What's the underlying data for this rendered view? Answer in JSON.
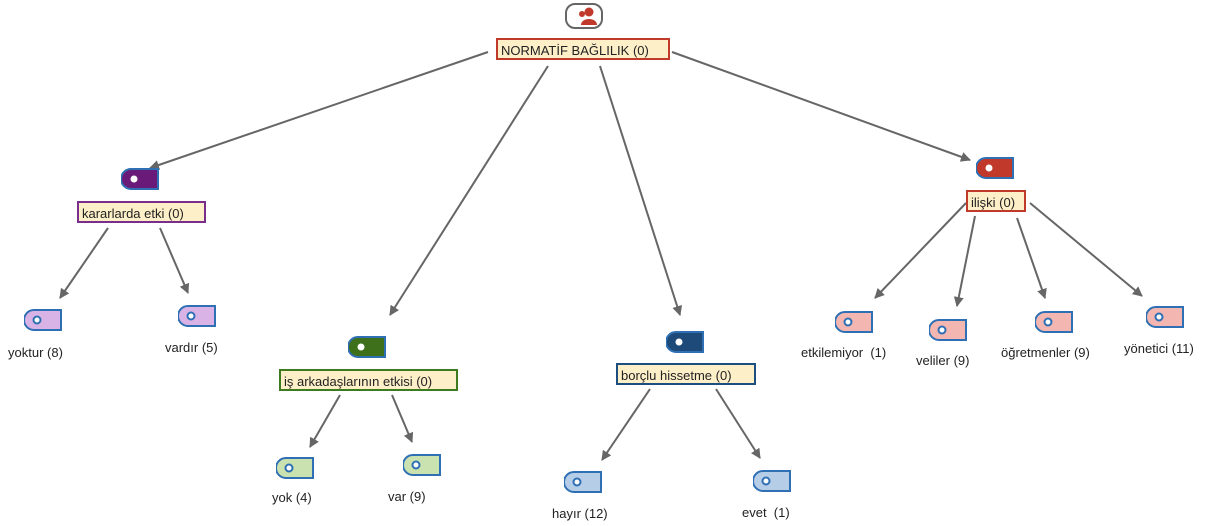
{
  "root": {
    "label": "NORMATİF BAĞLILIK (0)",
    "icon": "case-classification-icon",
    "border_color": "#c0392b",
    "fill_color": "#fdefc8"
  },
  "categories": [
    {
      "key": "karar",
      "label": "kararlarda etki (0)",
      "border_color": "#7b2d8b",
      "fill_color": "#fdefc8",
      "tag_color": "#6a1b7a",
      "leaf_color": "#dab3e6",
      "children": [
        "yoktur (8)",
        "vardır (5)"
      ]
    },
    {
      "key": "is",
      "label": "iş arkadaşlarının etkisi (0)",
      "border_color": "#3e7a1e",
      "fill_color": "#fdefc8",
      "tag_color": "#3e6f1b",
      "leaf_color": "#c9e2b0",
      "children": [
        "yok (4)",
        "var (9)"
      ]
    },
    {
      "key": "borc",
      "label": "borçlu hissetme (0)",
      "border_color": "#1d4e80",
      "fill_color": "#fdefc8",
      "tag_color": "#1d4a78",
      "leaf_color": "#b6cde8",
      "children": [
        "hayır (12)",
        "evet  (1)"
      ]
    },
    {
      "key": "iliski",
      "label": "ilişki (0)",
      "border_color": "#c0392b",
      "fill_color": "#fdefc8",
      "tag_color": "#c0392b",
      "leaf_color": "#f3b6b0",
      "children": [
        "etkilemiyor  (1)",
        "veliler (9)",
        "öğretmenler (9)",
        "yönetici (11)"
      ]
    }
  ],
  "colors": {
    "edge": "#666666",
    "tag_outline": "#2f6fb3",
    "tag_dot": "#2f6fb3"
  }
}
